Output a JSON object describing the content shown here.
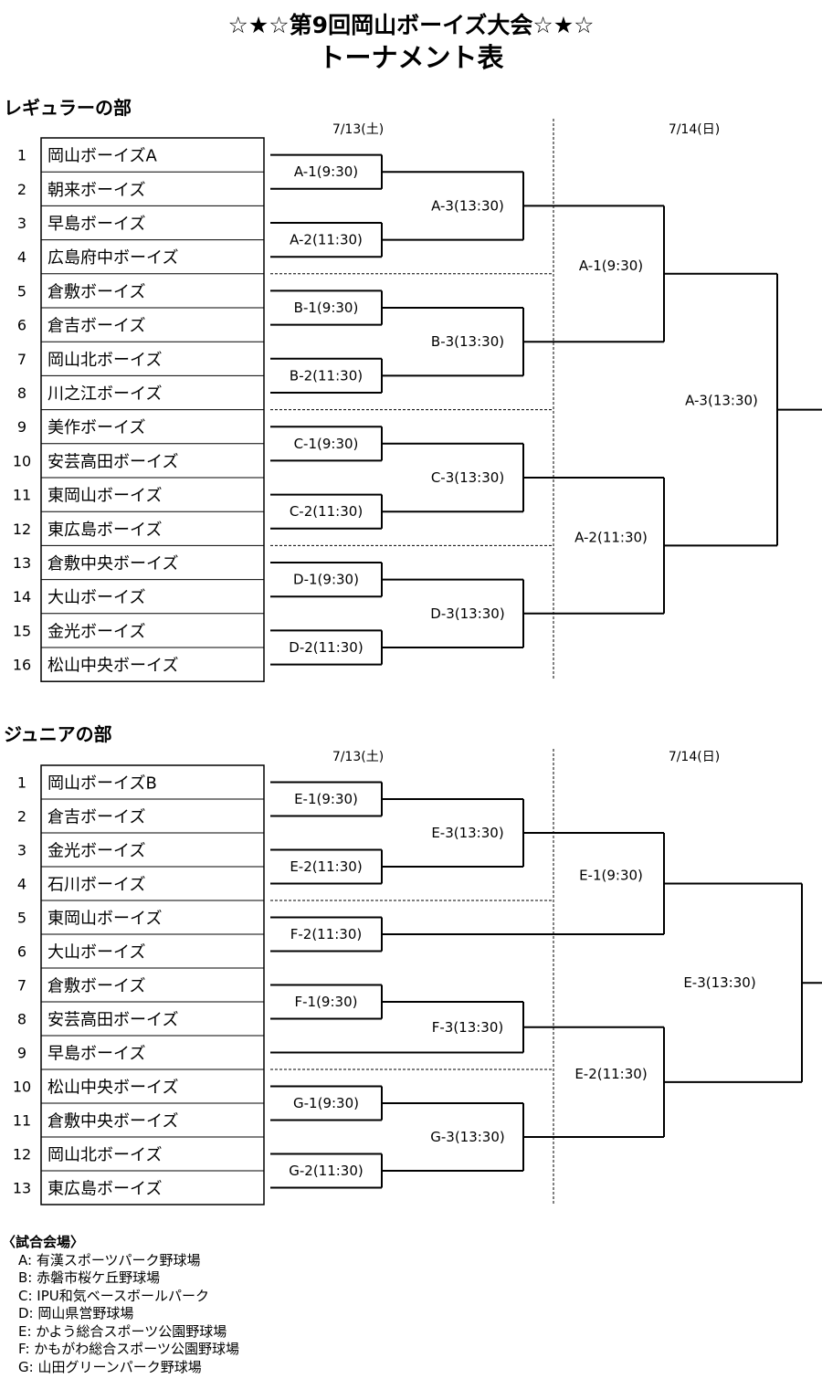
{
  "title": "☆★☆第9回岡山ボーイズ大会☆★☆",
  "subtitle": "トーナメント表",
  "regular": {
    "section_title": "レギュラーの部",
    "day1": "7/13(土)",
    "day2": "7/14(日)",
    "teams": [
      "岡山ボーイズA",
      "朝来ボーイズ",
      "早島ボーイズ",
      "広島府中ボーイズ",
      "倉敷ボーイズ",
      "倉吉ボーイズ",
      "岡山北ボーイズ",
      "川之江ボーイズ",
      "美作ボーイズ",
      "安芸高田ボーイズ",
      "東岡山ボーイズ",
      "東広島ボーイズ",
      "倉敷中央ボーイズ",
      "大山ボーイズ",
      "金光ボーイズ",
      "松山中央ボーイズ"
    ],
    "match_labels": {
      "r1": [
        "A-1(9:30)",
        "A-2(11:30)",
        "B-1(9:30)",
        "B-2(11:30)",
        "C-1(9:30)",
        "C-2(11:30)",
        "D-1(9:30)",
        "D-2(11:30)"
      ],
      "r2": [
        "A-3(13:30)",
        "B-3(13:30)",
        "C-3(13:30)",
        "D-3(13:30)"
      ],
      "r3": [
        "A-1(9:30)",
        "A-2(11:30)"
      ],
      "final": "A-3(13:30)"
    }
  },
  "junior": {
    "section_title": "ジュニアの部",
    "day1": "7/13(土)",
    "day2": "7/14(日)",
    "teams": [
      "岡山ボーイズB",
      "倉吉ボーイズ",
      "金光ボーイズ",
      "石川ボーイズ",
      "東岡山ボーイズ",
      "大山ボーイズ",
      "倉敷ボーイズ",
      "安芸高田ボーイズ",
      "早島ボーイズ",
      "松山中央ボーイズ",
      "倉敷中央ボーイズ",
      "岡山北ボーイズ",
      "東広島ボーイズ"
    ],
    "match_labels": {
      "e1": "E-1(9:30)",
      "e2": "E-2(11:30)",
      "f2": "F-2(11:30)",
      "f1": "F-1(9:30)",
      "g1": "G-1(9:30)",
      "g2": "G-2(11:30)",
      "e3": "E-3(13:30)",
      "f3": "F-3(13:30)",
      "g3": "G-3(13:30)",
      "d2_e1": "E-1(9:30)",
      "d2_e2": "E-2(11:30)",
      "final": "E-3(13:30)"
    }
  },
  "venues": {
    "heading": "〈試合会場〉",
    "list": [
      "A: 有漢スポーツパーク野球場",
      "B: 赤磐市桜ケ丘野球場",
      "C: IPU和気ベースボールパーク",
      "D: 岡山県営野球場",
      "E: かよう総合スポーツ公園野球場",
      "F: かもがわ総合スポーツ公園野球場",
      "G: 山田グリーンパーク野球場"
    ]
  }
}
